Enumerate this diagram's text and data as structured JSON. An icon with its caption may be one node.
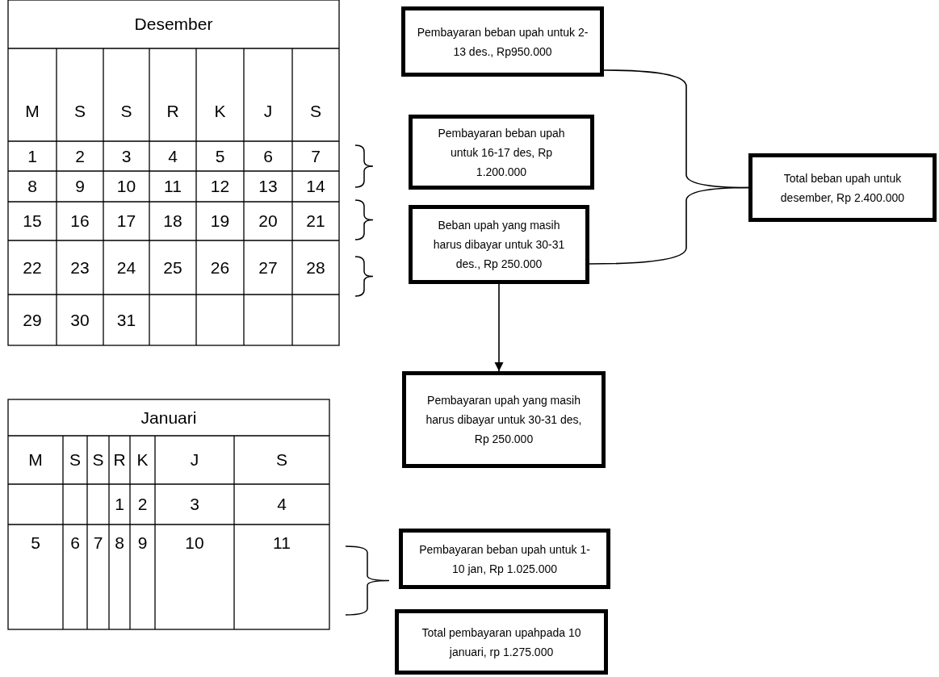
{
  "diagram": {
    "nodes": [
      {
        "text": [
          "Pembayaran beban upah untuk 2-13 des., Rp950.000"
        ]
      },
      {
        "text": [
          "Pembayaran beban upah untuk 16-17 des, Rp 1.200.000"
        ]
      },
      {
        "text": [
          "Total beban upah untuk desember, Rp 2.400.000"
        ]
      },
      {
        "text": [
          "Beban upah yang masih harus dibayar untuk 30-31 des., Rp 250.000"
        ]
      },
      {
        "text": [
          "Pembayaran upah yang masih harus dibayar untuk 30-31 des,  Rp 250.000"
        ]
      },
      {
        "text": [
          "Pembayaran beban upah untuk 1-10 jan, Rp 1.025.000"
        ]
      },
      {
        "text": [
          "Total pembayaran upahpada 10 januari, rp 1.275.000"
        ]
      }
    ],
    "edges": [
      {
        "from": 0,
        "to": 2,
        "arrow": "none"
      },
      {
        "from": 3,
        "to": 2,
        "arrow": "none"
      },
      {
        "from": 3,
        "to": 4,
        "arrow": "to"
      }
    ],
    "labels": [
      "Desember",
      "M",
      "S",
      "S",
      "R",
      "K",
      "J",
      "S",
      "1",
      "2",
      "3",
      "4",
      "5",
      "6",
      "7",
      "8",
      "9",
      "10",
      "11",
      "12",
      "13",
      "14",
      "15",
      "16",
      "17",
      "18",
      "19",
      "20",
      "21",
      "22",
      "23",
      "24",
      "25",
      "26",
      "27",
      "28",
      "29",
      "30",
      "31",
      "Januari",
      "M",
      "S",
      "S",
      "R",
      "K",
      "J",
      "S",
      "1",
      "2",
      "3",
      "4",
      "5",
      "6",
      "7",
      "8",
      "9",
      "10",
      "11"
    ]
  }
}
